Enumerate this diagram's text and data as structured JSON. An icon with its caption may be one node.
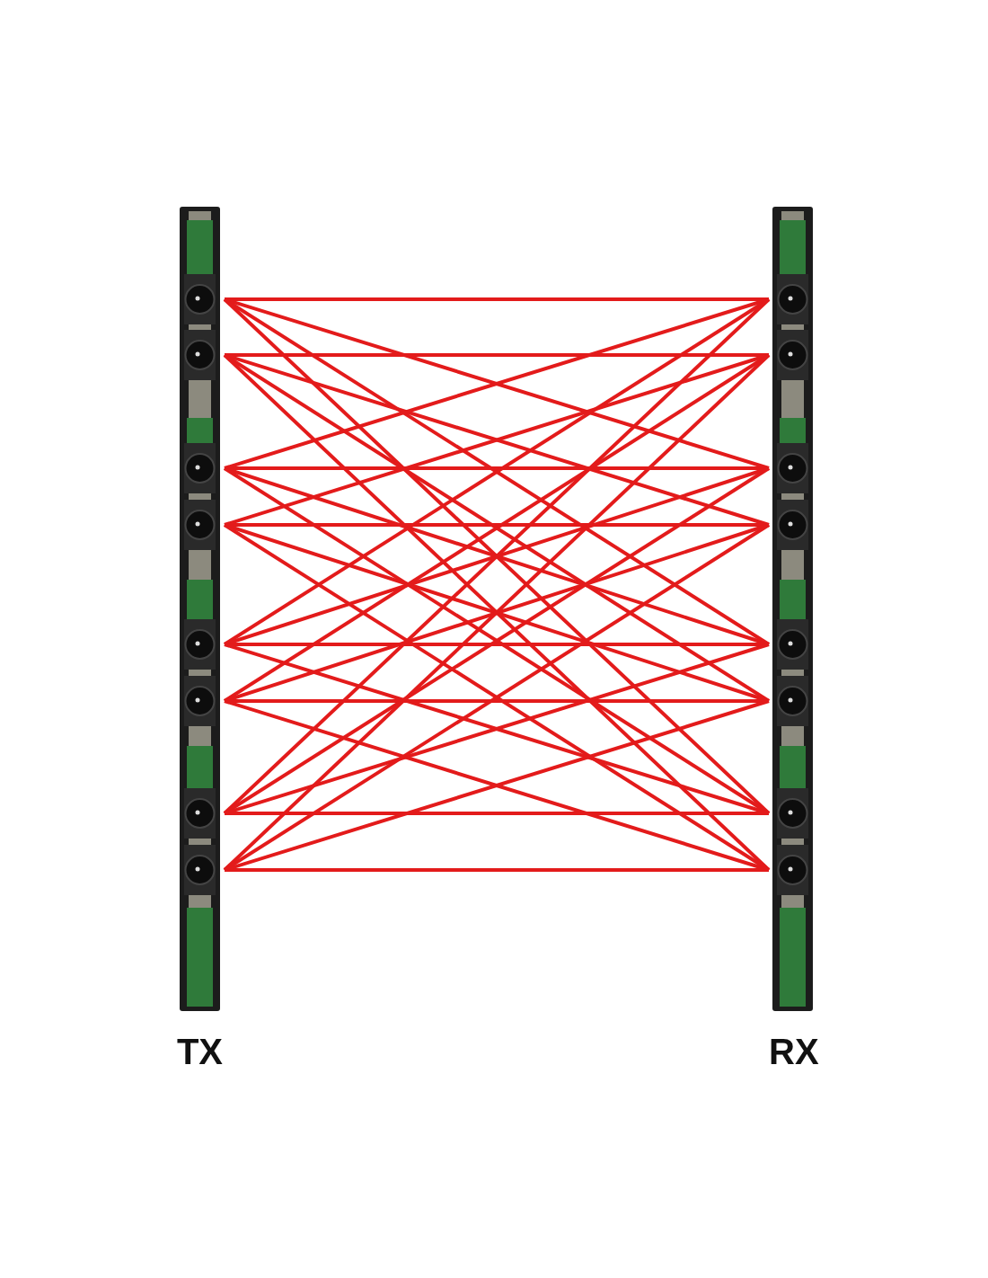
{
  "diagram": {
    "nodes": [
      {
        "text": [
          "TX"
        ]
      },
      {
        "text": [
          "RX"
        ]
      }
    ],
    "edges": [
      {
        "from": 0,
        "to": 1,
        "arrow": "none"
      },
      {
        "from": 0,
        "to": 1,
        "arrow": "none"
      },
      {
        "from": 0,
        "to": 1,
        "arrow": "none"
      },
      {
        "from": 0,
        "to": 1,
        "arrow": "none"
      },
      {
        "from": 0,
        "to": 1,
        "arrow": "none"
      },
      {
        "from": 0,
        "to": 1,
        "arrow": "none"
      },
      {
        "from": 0,
        "to": 1,
        "arrow": "none"
      },
      {
        "from": 0,
        "to": 1,
        "arrow": "none"
      },
      {
        "from": 0,
        "to": 1,
        "arrow": "none"
      },
      {
        "from": 0,
        "to": 1,
        "arrow": "none"
      },
      {
        "from": 0,
        "to": 1,
        "arrow": "none"
      },
      {
        "from": 0,
        "to": 1,
        "arrow": "none"
      },
      {
        "from": 0,
        "to": 1,
        "arrow": "none"
      },
      {
        "from": 0,
        "to": 1,
        "arrow": "none"
      },
      {
        "from": 0,
        "to": 1,
        "arrow": "none"
      },
      {
        "from": 0,
        "to": 1,
        "arrow": "none"
      },
      {
        "from": 0,
        "to": 1,
        "arrow": "none"
      },
      {
        "from": 0,
        "to": 1,
        "arrow": "none"
      },
      {
        "from": 0,
        "to": 1,
        "arrow": "none"
      },
      {
        "from": 0,
        "to": 1,
        "arrow": "none"
      },
      {
        "from": 0,
        "to": 1,
        "arrow": "none"
      },
      {
        "from": 0,
        "to": 1,
        "arrow": "none"
      },
      {
        "from": 0,
        "to": 1,
        "arrow": "none"
      },
      {
        "from": 0,
        "to": 1,
        "arrow": "none"
      },
      {
        "from": 0,
        "to": 1,
        "arrow": "none"
      },
      {
        "from": 0,
        "to": 1,
        "arrow": "none"
      },
      {
        "from": 0,
        "to": 1,
        "arrow": "none"
      },
      {
        "from": 0,
        "to": 1,
        "arrow": "none"
      },
      {
        "from": 0,
        "to": 1,
        "arrow": "none"
      },
      {
        "from": 0,
        "to": 1,
        "arrow": "none"
      },
      {
        "from": 0,
        "to": 1,
        "arrow": "none"
      },
      {
        "from": 0,
        "to": 1,
        "arrow": "none"
      }
    ]
  }
}
